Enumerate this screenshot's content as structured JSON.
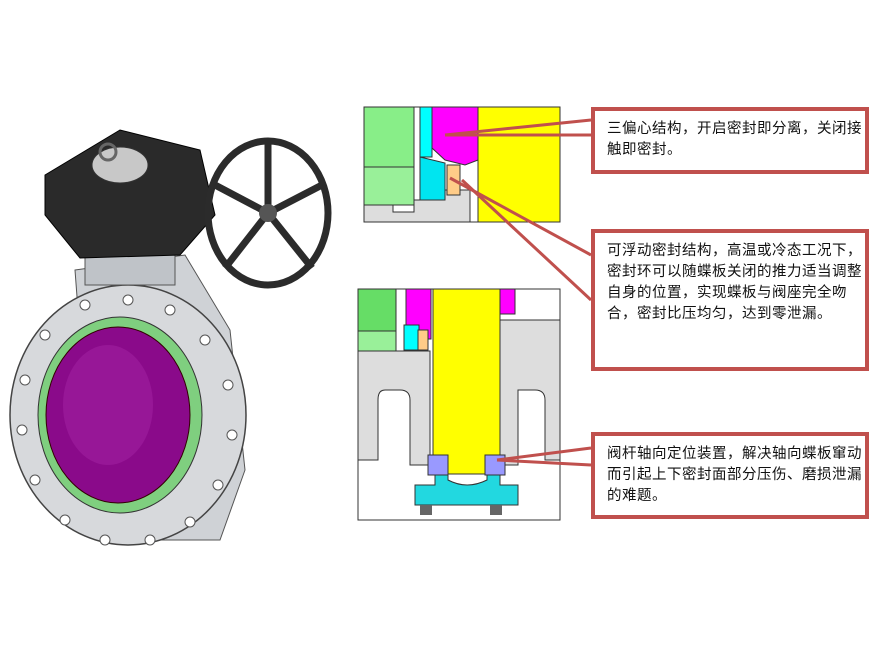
{
  "callouts": [
    {
      "text": "三偏心结构，开启密封即分离，关闭接触即密封。"
    },
    {
      "text": "可浮动密封结构，高温或冷态工况下，密封环可以随蝶板关闭的推力适当调整自身的位置，实现蝶板与阀座完全吻合，密封比压均匀，达到零泄漏。"
    },
    {
      "text": "阀杆轴向定位装置，解决轴向蝶板窜动而引起上下密封面部分压伤、磨损泄漏的难题。"
    }
  ],
  "colors": {
    "callout_border": "#c0504d",
    "disc": "#ffff00",
    "seal": "#ff00ff",
    "seat": "#00ffff",
    "body_green": "#88ee88",
    "ring": "#ffcc88",
    "gland": "#9999ff"
  }
}
